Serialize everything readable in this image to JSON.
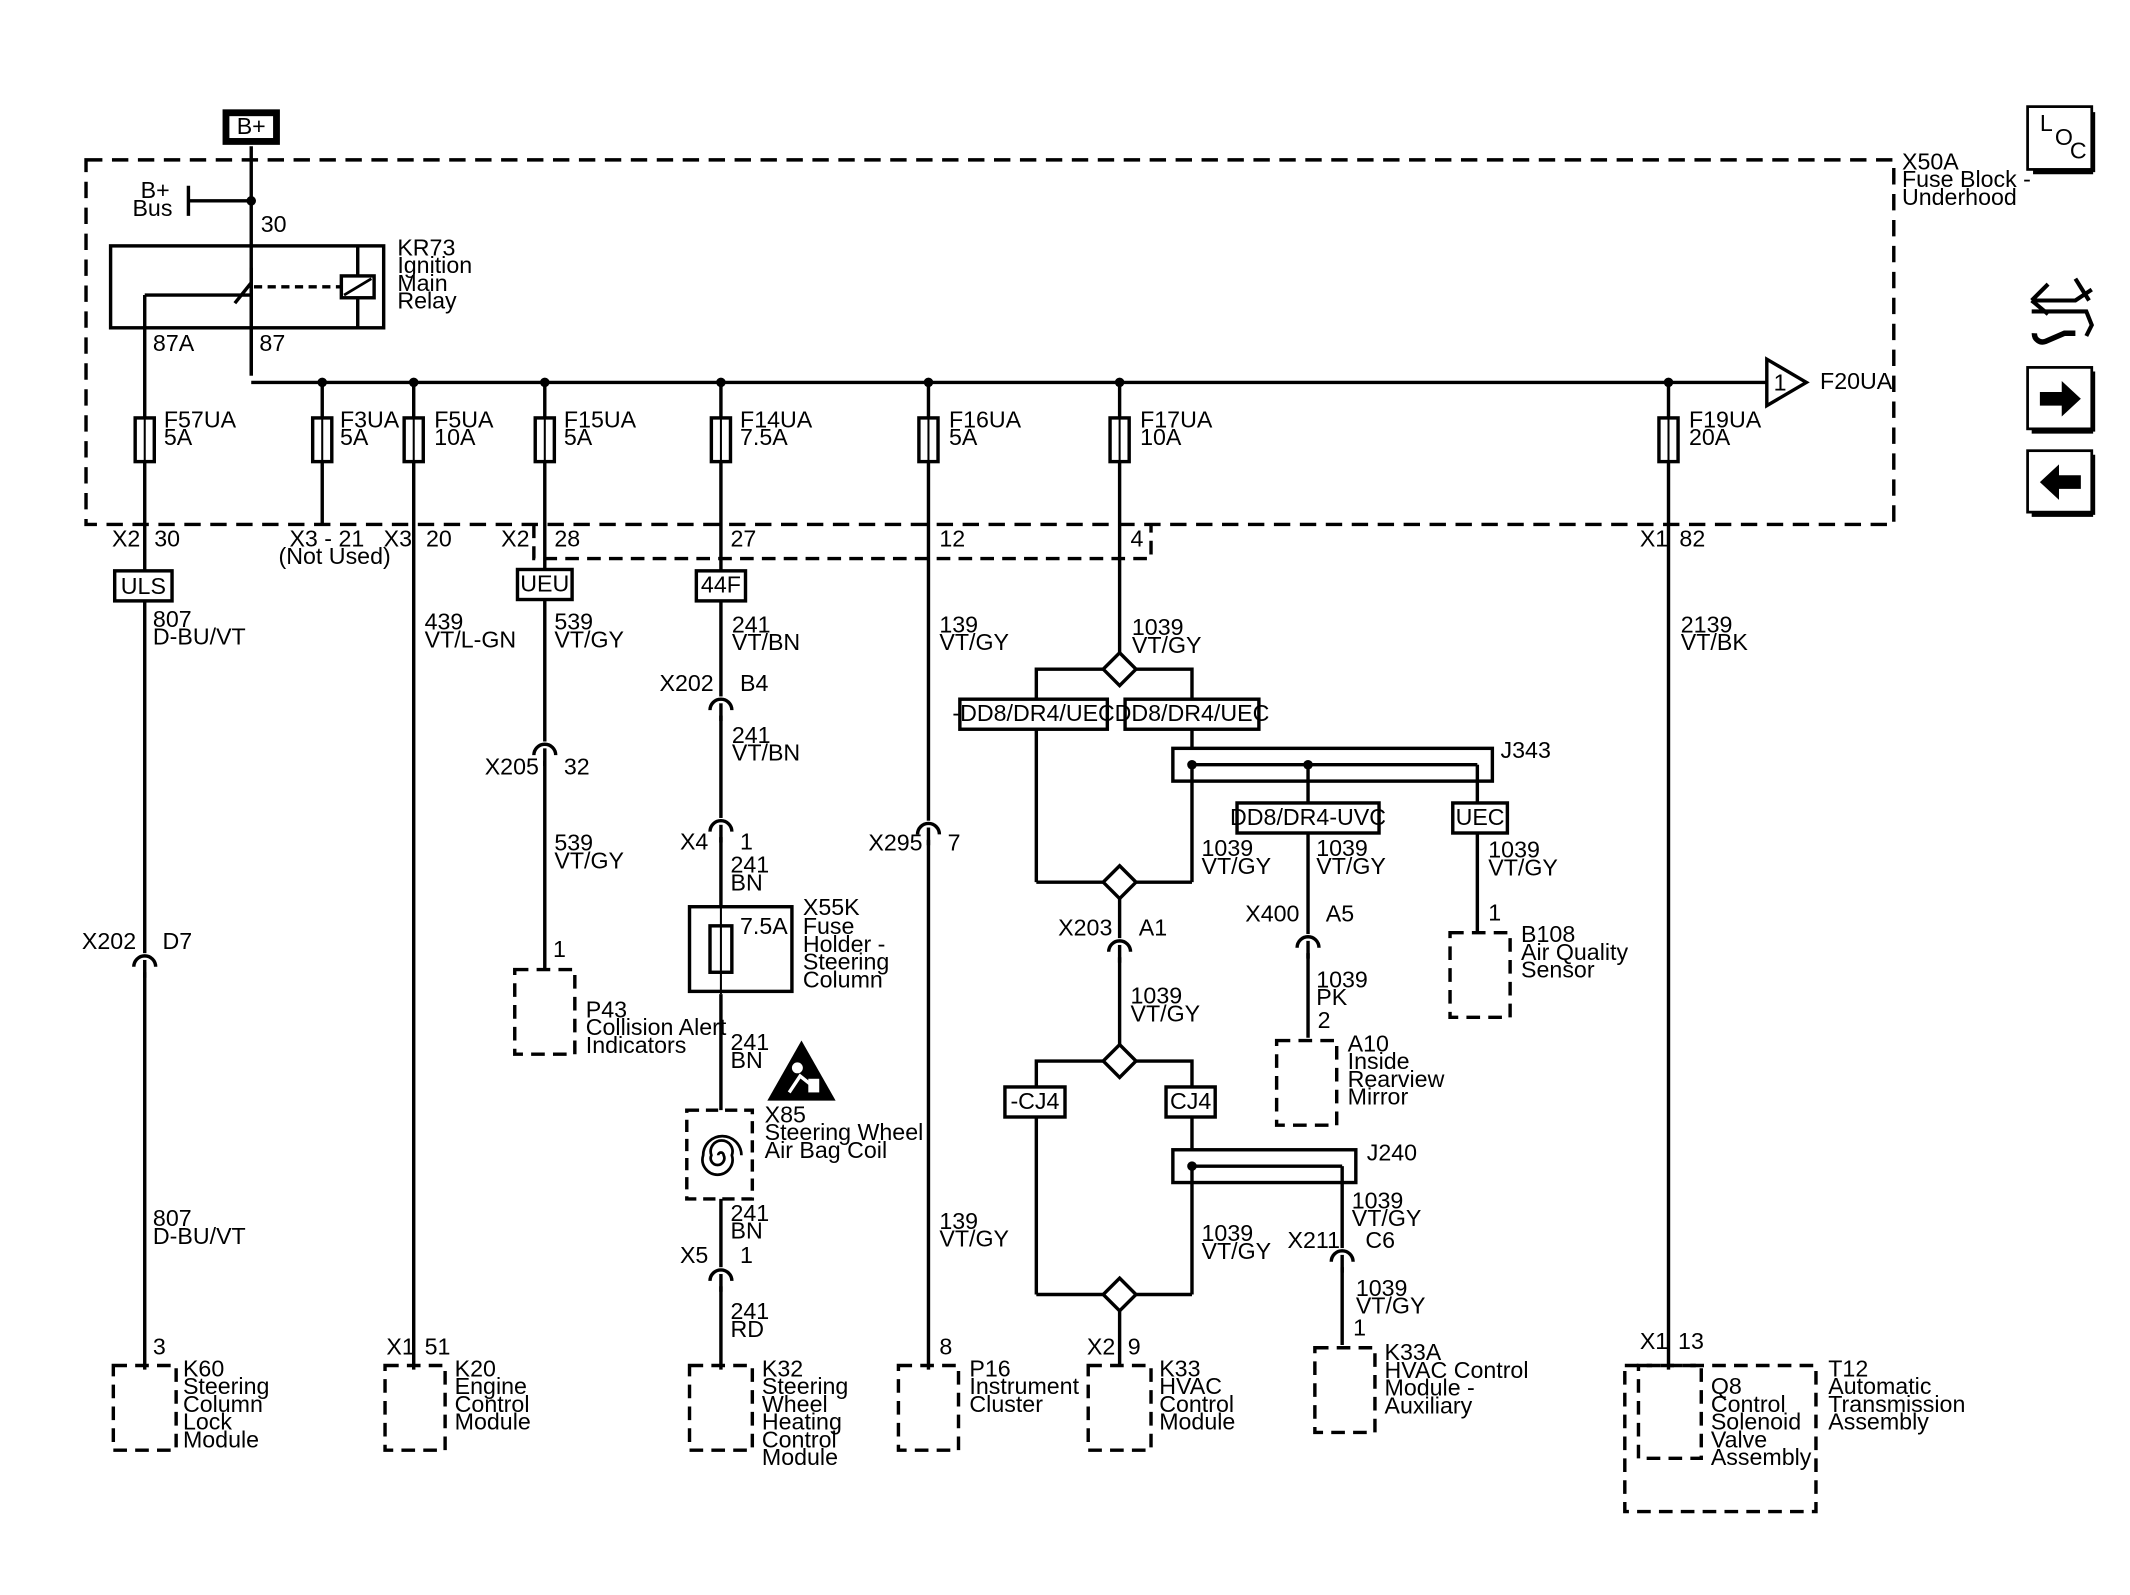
{
  "power": {
    "source_label": "B+",
    "bus_label_1": "B+",
    "bus_label_2": "Bus",
    "pin_30": "30"
  },
  "fuse_block": {
    "name": "X50A",
    "desc_1": "Fuse Block -",
    "desc_2": "Underhood"
  },
  "relay": {
    "name": "KR73",
    "desc_1": "Ignition",
    "desc_2": "Main",
    "desc_3": "Relay",
    "pin_87a": "87A",
    "pin_87": "87"
  },
  "output_f20": {
    "pin": "1",
    "name": "F20UA"
  },
  "fuses": [
    {
      "name": "F57UA",
      "rating": "5A"
    },
    {
      "name": "F3UA",
      "rating": "5A"
    },
    {
      "name": "F5UA",
      "rating": "10A"
    },
    {
      "name": "F15UA",
      "rating": "5A"
    },
    {
      "name": "F14UA",
      "rating": "7.5A"
    },
    {
      "name": "F16UA",
      "rating": "5A"
    },
    {
      "name": "F17UA",
      "rating": "10A"
    },
    {
      "name": "F19UA",
      "rating": "20A"
    }
  ],
  "terminals": {
    "t1_conn": "X2",
    "t1_pin": "30",
    "t2": "X3 - 21",
    "t2_note": "(Not Used)",
    "t3_conn": "X3",
    "t3_pin": "20",
    "t4_conn": "X2",
    "t4_pin": "28",
    "t5_pin": "27",
    "t6_pin": "12",
    "t7_pin": "4",
    "t8_conn": "X1",
    "t8_pin": "82"
  },
  "options": {
    "uls": "ULS",
    "ueu": "UEU",
    "f44": "44F",
    "neg_dd8": "-DD8/DR4/UEC",
    "dd8": "DD8/DR4/UEC",
    "dd8_uvc": "DD8/DR4-UVC",
    "uec": "UEC",
    "neg_cj4": "-CJ4",
    "cj4": "CJ4"
  },
  "splices": {
    "j343": "J343",
    "j240": "J240"
  },
  "wires": {
    "c1a_circ": "807",
    "c1a_color": "D-BU/VT",
    "c1b_circ": "807",
    "c1b_color": "D-BU/VT",
    "c2_circ": "439",
    "c2_color": "VT/L-GN",
    "c3a_circ": "539",
    "c3a_color": "VT/GY",
    "c3b_circ": "539",
    "c3b_color": "VT/GY",
    "c4a_circ": "241",
    "c4a_color": "VT/BN",
    "c4b_circ": "241",
    "c4b_color": "VT/BN",
    "c4c_circ": "241",
    "c4c_color": "BN",
    "c4d_circ": "241",
    "c4d_color": "BN",
    "c4e_circ": "241",
    "c4e_color": "BN",
    "c4f_circ": "241",
    "c4f_color": "RD",
    "c5a_circ": "139",
    "c5a_color": "VT/GY",
    "c5b_circ": "139",
    "c5b_color": "VT/GY",
    "c6a_circ": "1039",
    "c6a_color": "VT/GY",
    "c6b_circ": "1039",
    "c6b_color": "VT/GY",
    "c6c_circ": "1039",
    "c6c_color": "VT/GY",
    "c6d_circ": "1039",
    "c6d_color": "PK",
    "c6e_circ": "1039",
    "c6e_color": "VT/GY",
    "c6f_circ": "1039",
    "c6f_color": "VT/GY",
    "c6g_circ": "1039",
    "c6g_color": "VT/GY",
    "c6h_circ": "1039",
    "c6h_color": "VT/GY",
    "c6i_circ": "1039",
    "c6i_color": "VT/GY",
    "c7_circ": "2139",
    "c7_color": "VT/BK"
  },
  "inline_connectors": {
    "x202_d7": "X202",
    "d7": "D7",
    "x205": "X205",
    "x205_pin": "32",
    "x202_b4": "X202",
    "b4": "B4",
    "x4": "X4",
    "x4_pin": "1",
    "x5": "X5",
    "x5_pin": "1",
    "x295": "X295",
    "x295_pin": "7",
    "x203": "X203",
    "a1": "A1",
    "x400": "X400",
    "a5": "A5",
    "x211": "X211",
    "c6": "C6"
  },
  "fuse_holder": {
    "rating": "7.5A",
    "name": "X55K",
    "desc_1": "Fuse",
    "desc_2": "Holder -",
    "desc_3": "Steering",
    "desc_4": "Column"
  },
  "coil": {
    "name": "X85",
    "desc_1": "Steering Wheel",
    "desc_2": "Air Bag Coil"
  },
  "components": {
    "k60": {
      "pin": "3",
      "name": "K60",
      "l1": "Steering",
      "l2": "Column",
      "l3": "Lock",
      "l4": "Module"
    },
    "k20": {
      "conn": "X1",
      "pin": "51",
      "name": "K20",
      "l1": "Engine",
      "l2": "Control",
      "l3": "Module"
    },
    "p43": {
      "pin": "1",
      "name": "P43",
      "l1": "Collision Alert",
      "l2": "Indicators"
    },
    "k32": {
      "name": "K32",
      "l1": "Steering",
      "l2": "Wheel",
      "l3": "Heating",
      "l4": "Control",
      "l5": "Module"
    },
    "p16": {
      "pin": "8",
      "name": "P16",
      "l1": "Instrument",
      "l2": "Cluster"
    },
    "k33": {
      "conn": "X2",
      "pin": "9",
      "name": "K33",
      "l1": "HVAC",
      "l2": "Control",
      "l3": "Module"
    },
    "b108": {
      "pin": "1",
      "name": "B108",
      "l1": "Air Quality",
      "l2": "Sensor"
    },
    "a10": {
      "pin": "2",
      "name": "A10",
      "l1": "Inside",
      "l2": "Rearview",
      "l3": "Mirror"
    },
    "k33a": {
      "pin": "1",
      "name": "K33A",
      "l1": "HVAC Control",
      "l2": "Module -",
      "l3": "Auxiliary"
    },
    "q8": {
      "conn": "X1",
      "pin": "13",
      "name": "Q8",
      "l1": "Control",
      "l2": "Solenoid",
      "l3": "Valve",
      "l4": "Assembly"
    },
    "t12": {
      "name": "T12",
      "l1": "Automatic",
      "l2": "Transmission",
      "l3": "Assembly"
    }
  },
  "nav": {
    "loc_l": "L",
    "loc_o": "O",
    "loc_c": "C"
  }
}
